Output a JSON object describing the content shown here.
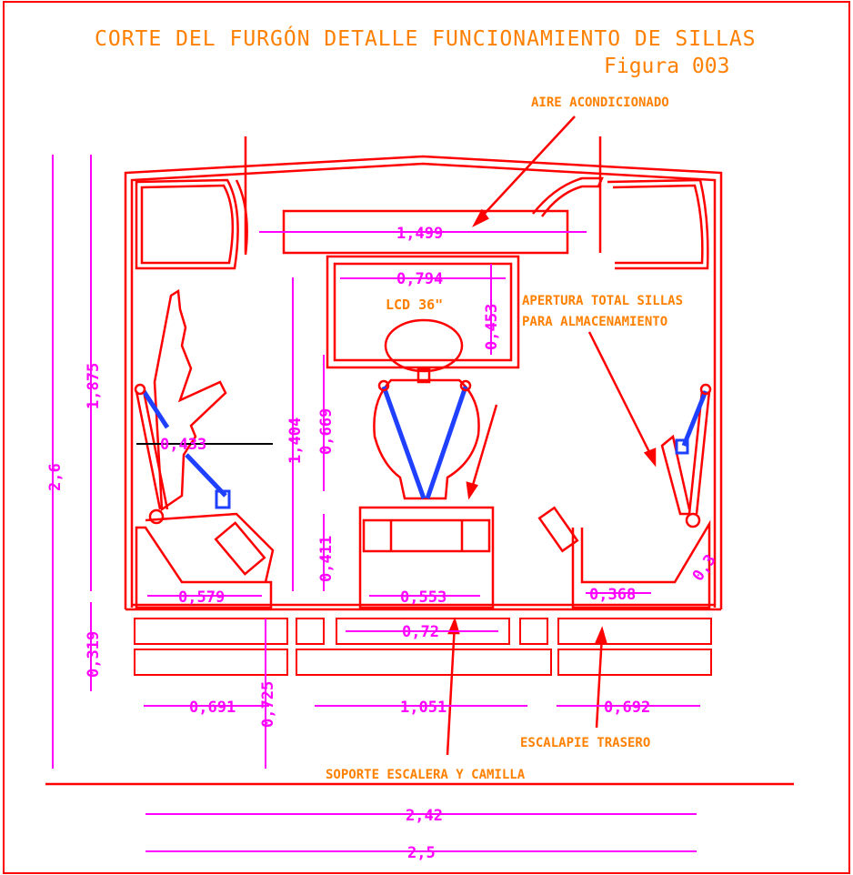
{
  "title": "CORTE DEL FURGÓN DETALLE FUNCIONAMIENTO DE SILLAS",
  "figure": "Figura 003",
  "labels": {
    "aire": "AIRE ACONDICIONADO",
    "lcd": "LCD 36\"",
    "apertura_1": "APERTURA TOTAL SILLAS",
    "apertura_2": "PARA ALMACENAMIENTO",
    "escalapie": "ESCALAPIE TRASERO",
    "soporte": "SOPORTE ESCALERA Y CAMILLA"
  },
  "dimensions": {
    "total_height": "2,6",
    "interior_height": "1,875",
    "floor_height": "0,319",
    "ac_width": "1,499",
    "lcd_width": "0,794",
    "lcd_height": "0,453",
    "seat_height": "1,404",
    "center_height": "0,669",
    "cabinet_height": "0,411",
    "arm_reach": "0,433",
    "seat_left_width": "0,579",
    "cabinet_width": "0,553",
    "seat_right_width": "0,368",
    "seat_right_depth": "0,3",
    "floor_center": "0,72",
    "step_height": "0,725",
    "bottom_left": "0,691",
    "bottom_center": "1,051",
    "bottom_right": "0,692",
    "inner_width": "2,42",
    "outer_width": "2,5"
  },
  "colors": {
    "frame": "#ff0000",
    "dimension": "#ff00ff",
    "text": "#ff8000",
    "belt": "#2040ff"
  }
}
